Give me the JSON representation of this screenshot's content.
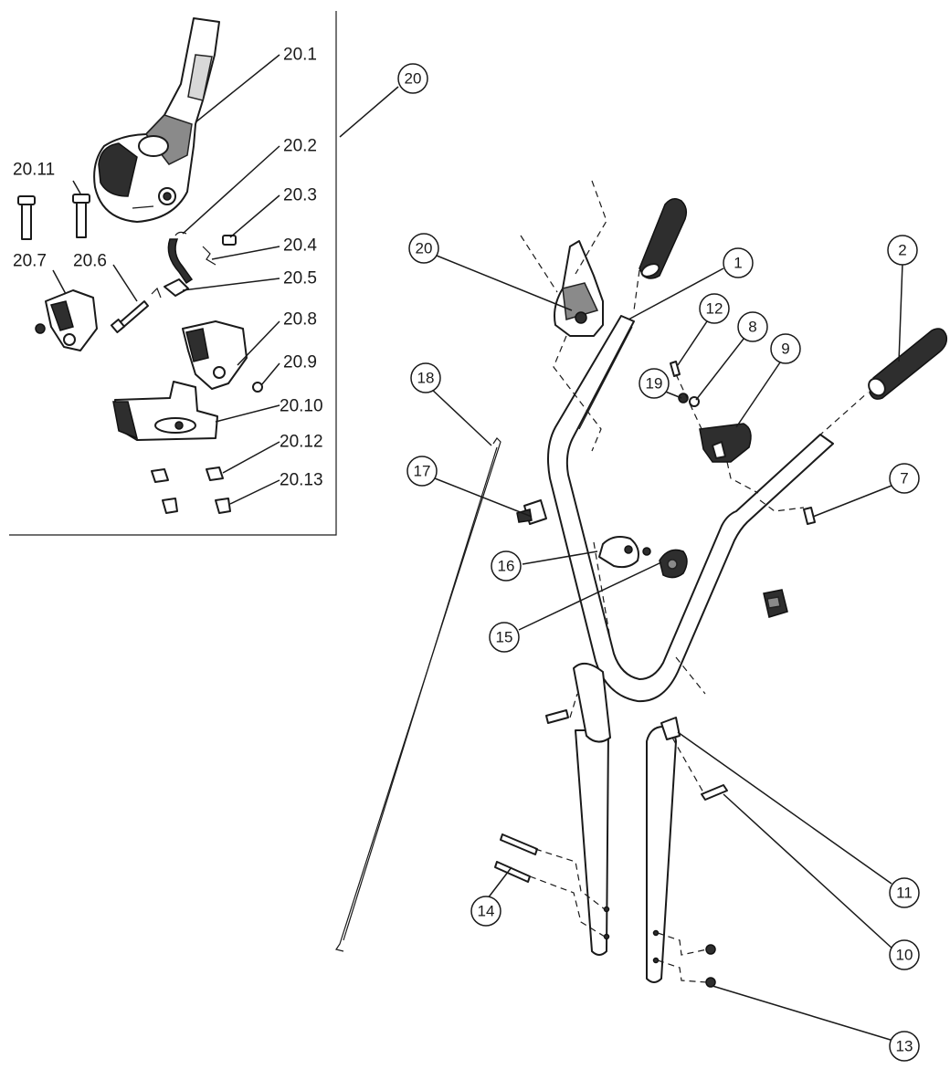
{
  "callouts": {
    "c1": "1",
    "c2": "2",
    "c7": "7",
    "c8": "8",
    "c9": "9",
    "c10": "10",
    "c11": "11",
    "c12": "12",
    "c13": "13",
    "c14": "14",
    "c15": "15",
    "c16": "16",
    "c17": "17",
    "c18": "18",
    "c19": "19",
    "c20": "20",
    "c20_detail": "20"
  },
  "detail_labels": {
    "d20_1": "20.1",
    "d20_2": "20.2",
    "d20_3": "20.3",
    "d20_4": "20.4",
    "d20_5": "20.5",
    "d20_6": "20.6",
    "d20_7": "20.7",
    "d20_8": "20.8",
    "d20_9": "20.9",
    "d20_10": "20.10",
    "d20_11": "20.11",
    "d20_12": "20.12",
    "d20_13": "20.13"
  },
  "colors": {
    "ink": "#1a1a1a",
    "dark_part": "#2e2e2e",
    "mid_part": "#8a8a8a"
  }
}
